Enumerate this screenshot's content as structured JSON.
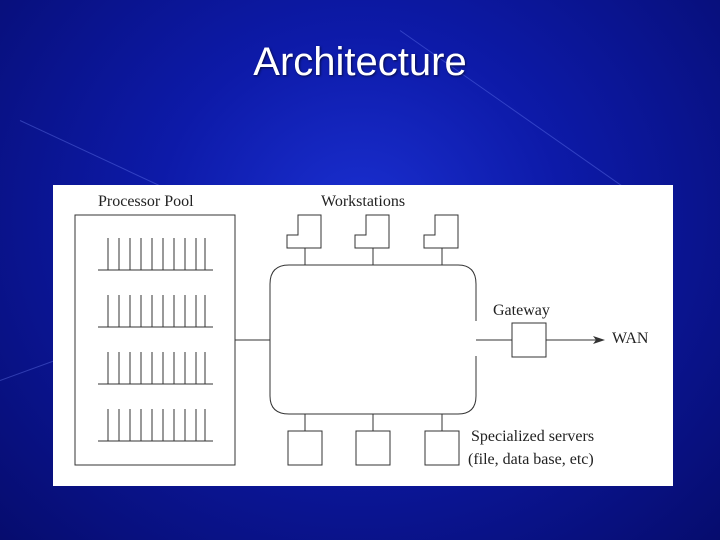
{
  "slide": {
    "title": "Architecture"
  },
  "diagram": {
    "processor_pool_label": "Processor Pool",
    "workstations_label": "Workstations",
    "gateway_label": "Gateway",
    "wan_label": "WAN",
    "servers_label_line1": "Specialized servers",
    "servers_label_line2": "(file, data base, etc)"
  }
}
